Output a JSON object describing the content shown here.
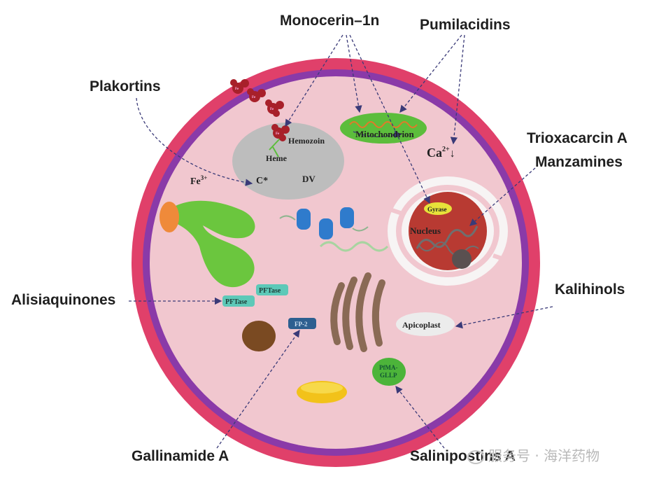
{
  "labels": {
    "monocerin": "Monocerin–1n",
    "pumilacidins": "Pumilacidins",
    "plakortins": "Plakortins",
    "trioxacarcin": "Trioxacarcin A",
    "manzamines": "Manzamines",
    "alisiaquinones": "Alisiaquinones",
    "kalihinols": "Kalihinols",
    "gallinamide": "Gallinamide A",
    "salinipostins": "Salinipostins A"
  },
  "cell": {
    "hemozoin": "Hemozoin",
    "heme": "Heme",
    "dv": "DV",
    "c_radical": "C*",
    "fe": "Fe",
    "fe_charge": "3+",
    "mitochondrion": "Mitochondrion",
    "ca": "Ca",
    "ca_charge": "2+",
    "ca_arrow": "↓",
    "gyrase": "Gyrase",
    "nucleus": "Nucleus",
    "pftase_1": "PFTase",
    "pftase_2": "PFTase",
    "fp2": "FP-2",
    "apicoplast": "Apicoplast",
    "pima_1": "PfMA-",
    "pima_2": "GLLP",
    "heme_mark": "Fe"
  },
  "watermark": {
    "icon": "wechat-icon",
    "text": "服务号 · 海洋药物"
  },
  "colors": {
    "outer_membrane": "#e0406a",
    "inner_membrane": "#8a3aa8",
    "cytoplasm": "#f1c7cf",
    "digestive_vacuole": "#bdbdbd",
    "mitochondrion": "#5cbd3c",
    "nucleus": "#b83a32",
    "er": "#f7f4f4",
    "golgi": "#8a6a55",
    "apicoplast": "#ececec",
    "arrow": "#3a3a78",
    "heme_cluster": "#a8202a"
  }
}
